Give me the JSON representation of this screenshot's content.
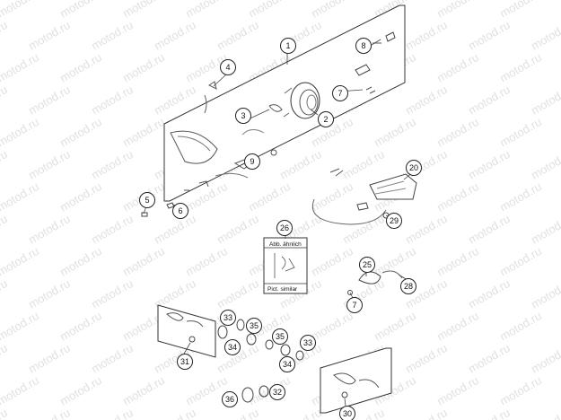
{
  "watermark": "motod.ru",
  "legend": {
    "top": "Abb. ähnlich",
    "bottom": "Pict. similar"
  },
  "callouts": [
    "1",
    "2",
    "3",
    "4",
    "5",
    "6",
    "7",
    "8",
    "9",
    "20",
    "25",
    "26",
    "28",
    "29",
    "7",
    "30",
    "31",
    "32",
    "33",
    "34",
    "35",
    "35",
    "34",
    "33",
    "36"
  ],
  "colors": {
    "line": "#333333",
    "background": "#ffffff"
  }
}
